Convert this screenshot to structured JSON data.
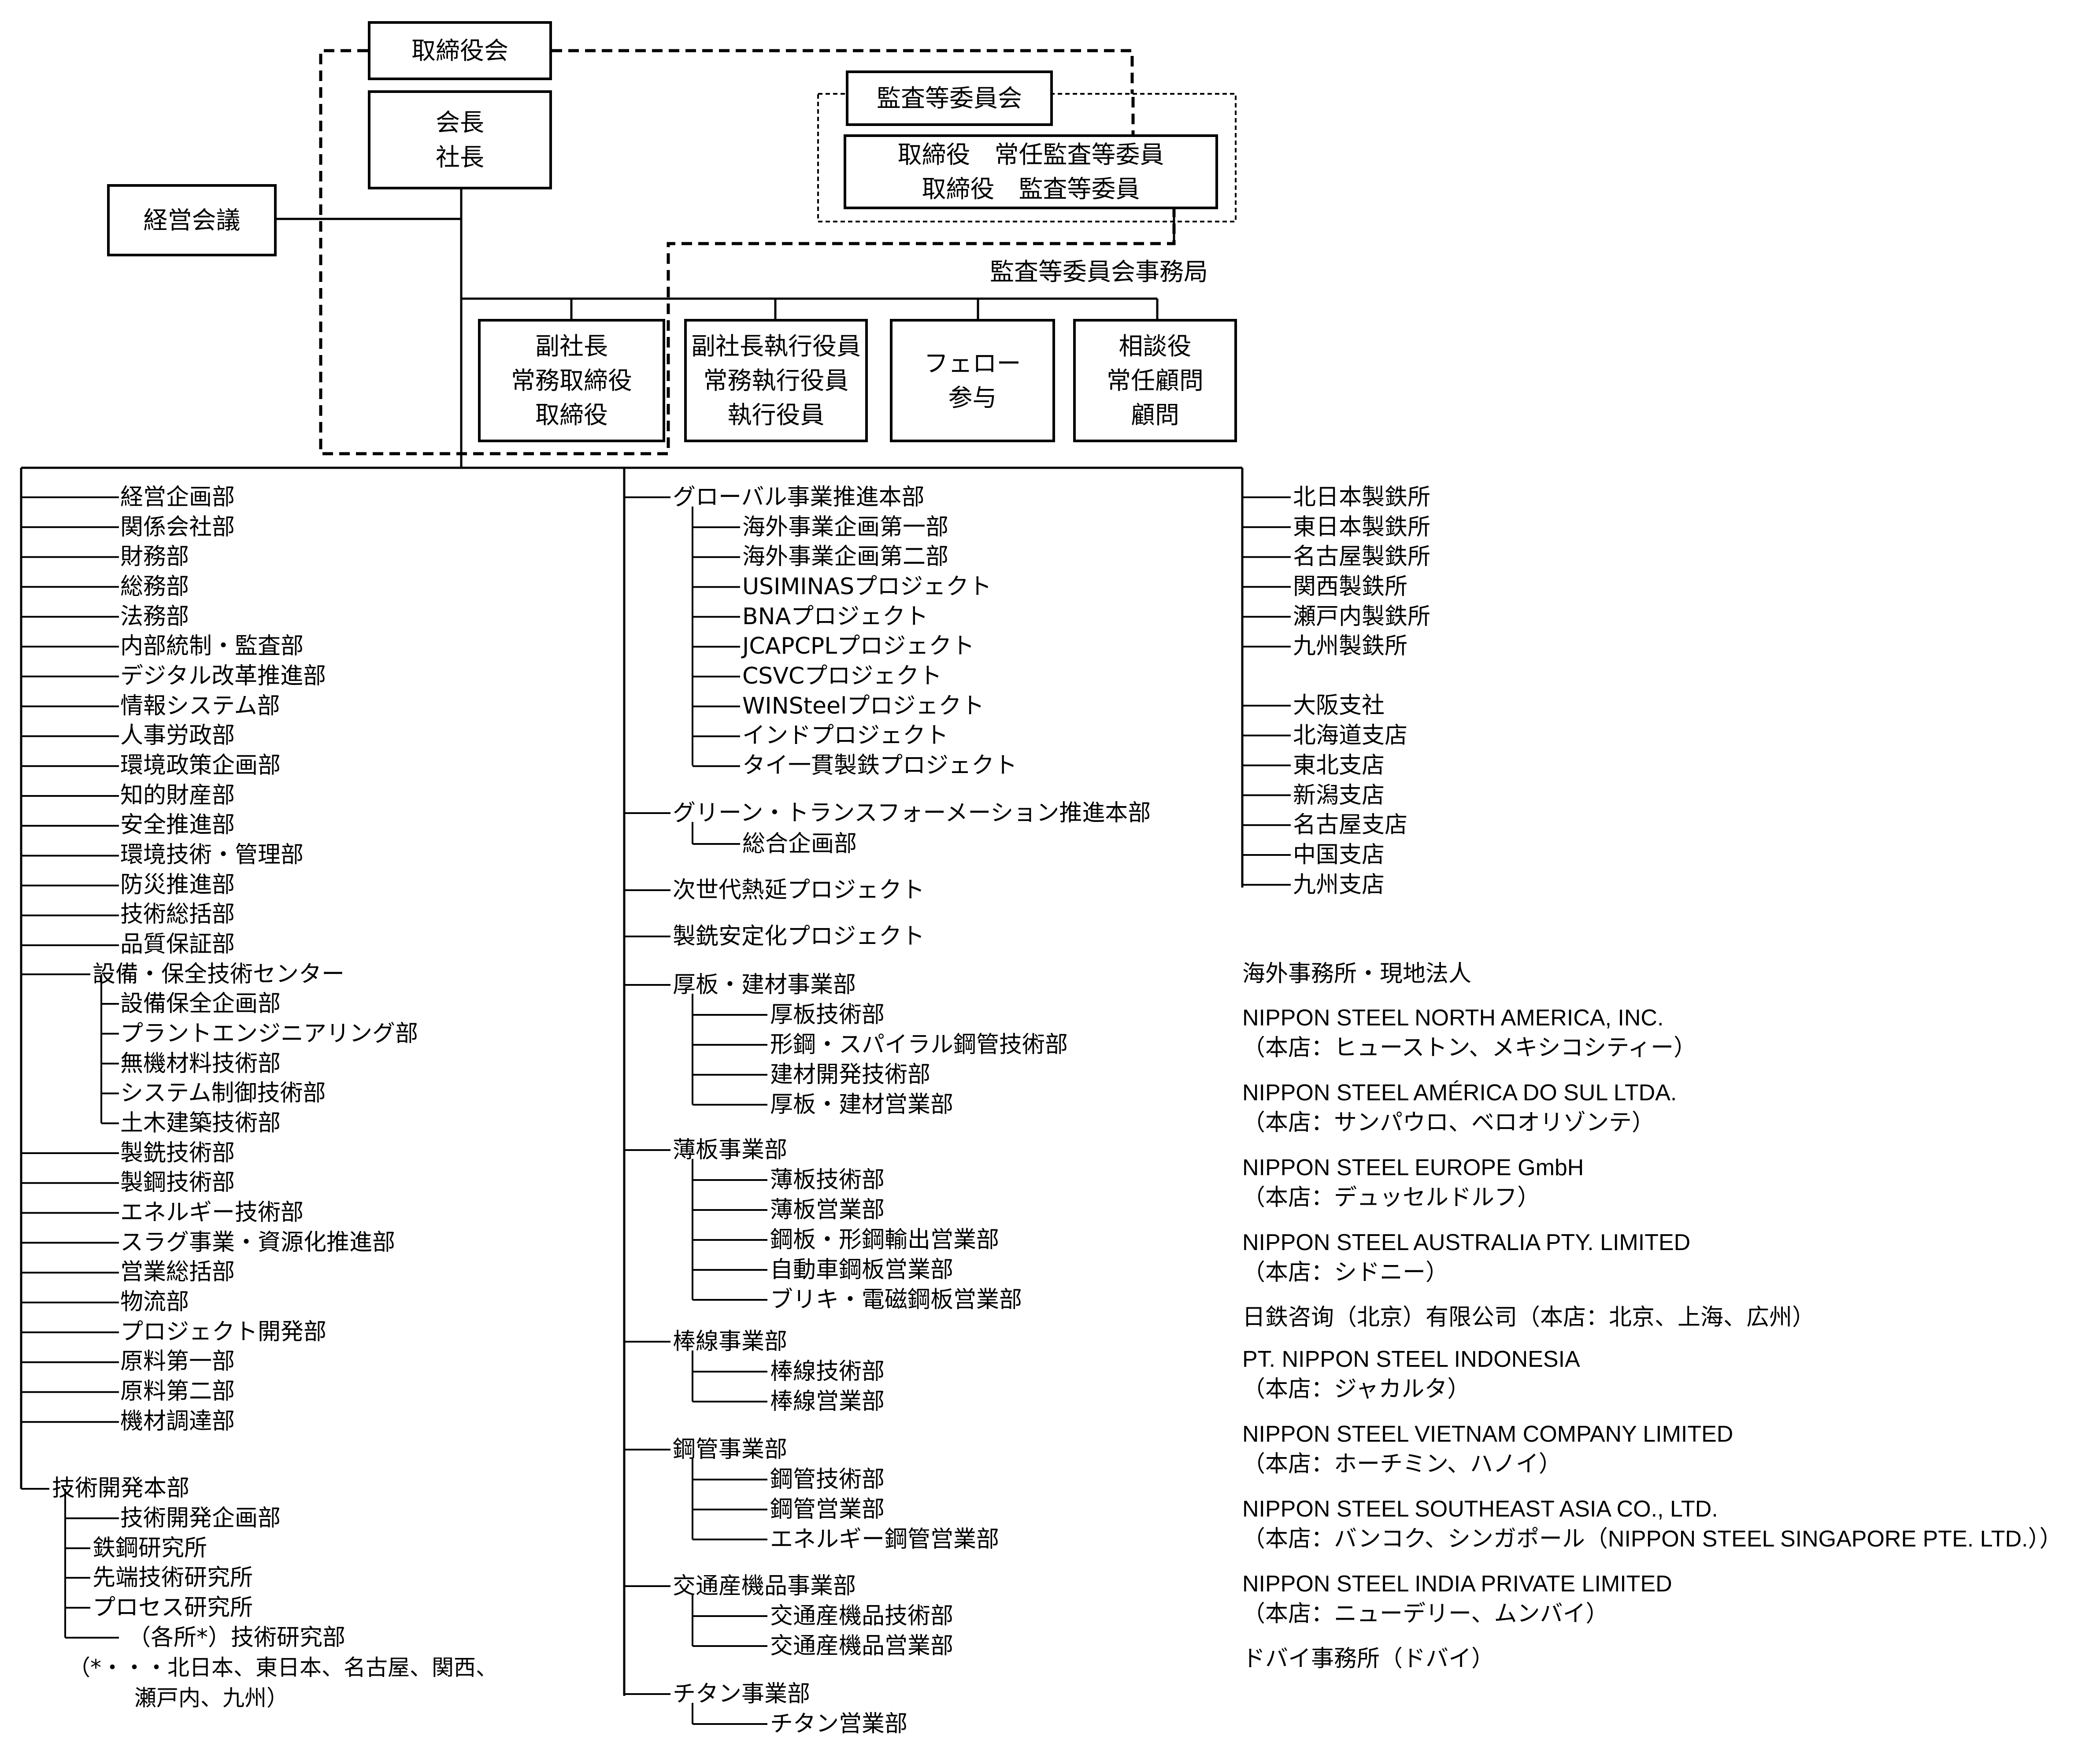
{
  "top": {
    "board": "取締役会",
    "chairman": [
      "会長",
      "社長"
    ],
    "management_meeting": "経営会議",
    "audit_committee": "監査等委員会",
    "audit_members": [
      "取締役　常任監査等委員",
      "取締役　監査等委員"
    ],
    "audit_office": "監査等委員会事務局",
    "exec_boxes": [
      [
        "副社長",
        "常務取締役",
        "取締役"
      ],
      [
        "副社長執行役員",
        "常務執行役員",
        "執行役員"
      ],
      [
        "フェロー",
        "参与"
      ],
      [
        "相談役",
        "常任顧問",
        "顧問"
      ]
    ]
  },
  "col1": {
    "departments": [
      "経営企画部",
      "関係会社部",
      "財務部",
      "総務部",
      "法務部",
      "内部統制・監査部",
      "デジタル改革推進部",
      "情報システム部",
      "人事労政部",
      "環境政策企画部",
      "知的財産部",
      "安全推進部",
      "環境技術・管理部",
      "防災推進部",
      "技術総括部",
      "品質保証部"
    ],
    "equipment_center": "設備・保全技術センター",
    "equipment_subs": [
      "設備保全企画部",
      "プラントエンジニアリング部",
      "無機材料技術部",
      "システム制御技術部",
      "土木建築技術部"
    ],
    "departments2": [
      "製銑技術部",
      "製鋼技術部",
      "エネルギー技術部",
      "スラグ事業・資源化推進部",
      "営業総括部",
      "物流部",
      "プロジェクト開発部",
      "原料第一部",
      "原料第二部",
      "機材調達部"
    ],
    "rd_hq": "技術開発本部",
    "rd_subs": [
      "技術開発企画部",
      "鉄鋼研究所",
      "先端技術研究所",
      "プロセス研究所"
    ],
    "rd_labs": "（各所*）技術研究部",
    "rd_note": [
      "（*・・・北日本、東日本、名古屋、関西、",
      "瀬戸内、九州）"
    ]
  },
  "col2": {
    "global_hq": "グローバル事業推進本部",
    "global_subs": [
      "海外事業企画第一部",
      "海外事業企画第二部",
      "USIMINASプロジェクト",
      "BNAプロジェクト",
      "JCAPCPLプロジェクト",
      "CSVCプロジェクト",
      "WINSteelプロジェクト",
      "インドプロジェクト",
      "タイ一貫製鉄プロジェクト"
    ],
    "green_hq": "グリーン・トランスフォーメーション推進本部",
    "green_sub": "総合企画部",
    "hot_rolling": "次世代熱延プロジェクト",
    "ironmaking": "製銑安定化プロジェクト",
    "units": [
      {
        "name": "厚板・建材事業部",
        "subs": [
          "厚板技術部",
          "形鋼・スパイラル鋼管技術部",
          "建材開発技術部",
          "厚板・建材営業部"
        ]
      },
      {
        "name": "薄板事業部",
        "subs": [
          "薄板技術部",
          "薄板営業部",
          "鋼板・形鋼輸出営業部",
          "自動車鋼板営業部",
          "ブリキ・電磁鋼板営業部"
        ]
      },
      {
        "name": "棒線事業部",
        "subs": [
          "棒線技術部",
          "棒線営業部"
        ]
      },
      {
        "name": "鋼管事業部",
        "subs": [
          "鋼管技術部",
          "鋼管営業部",
          "エネルギー鋼管営業部"
        ]
      },
      {
        "name": "交通産機品事業部",
        "subs": [
          "交通産機品技術部",
          "交通産機品営業部"
        ]
      },
      {
        "name": "チタン事業部",
        "subs": [
          "チタン営業部"
        ]
      }
    ]
  },
  "col3": {
    "works": [
      "北日本製鉄所",
      "東日本製鉄所",
      "名古屋製鉄所",
      "関西製鉄所",
      "瀬戸内製鉄所",
      "九州製鉄所"
    ],
    "branches": [
      "大阪支社",
      "北海道支店",
      "東北支店",
      "新潟支店",
      "名古屋支店",
      "中国支店",
      "九州支店"
    ],
    "overseas_title": "海外事務所・現地法人",
    "overseas": [
      "NIPPON STEEL NORTH AMERICA, INC.",
      "（本店：ヒューストン、メキシコシティー）",
      "NIPPON STEEL AMÉRICA DO SUL LTDA.",
      "（本店：サンパウロ、ベロオリゾンテ）",
      "NIPPON STEEL EUROPE GmbH",
      "（本店：デュッセルドルフ）",
      "NIPPON STEEL AUSTRALIA PTY. LIMITED",
      "（本店：シドニー）",
      "日鉄咨询（北京）有限公司（本店：北京、上海、広州）",
      "PT. NIPPON STEEL INDONESIA",
      "（本店：ジャカルタ）",
      "NIPPON STEEL VIETNAM COMPANY LIMITED",
      "（本店：ホーチミン、ハノイ）",
      "NIPPON STEEL SOUTHEAST ASIA CO., LTD.",
      "（本店：バンコク、シンガポール（NIPPON STEEL SINGAPORE PTE. LTD.））",
      "NIPPON STEEL INDIA PRIVATE LIMITED",
      "（本店：ニューデリー、ムンバイ）",
      "ドバイ事務所（ドバイ）"
    ]
  }
}
